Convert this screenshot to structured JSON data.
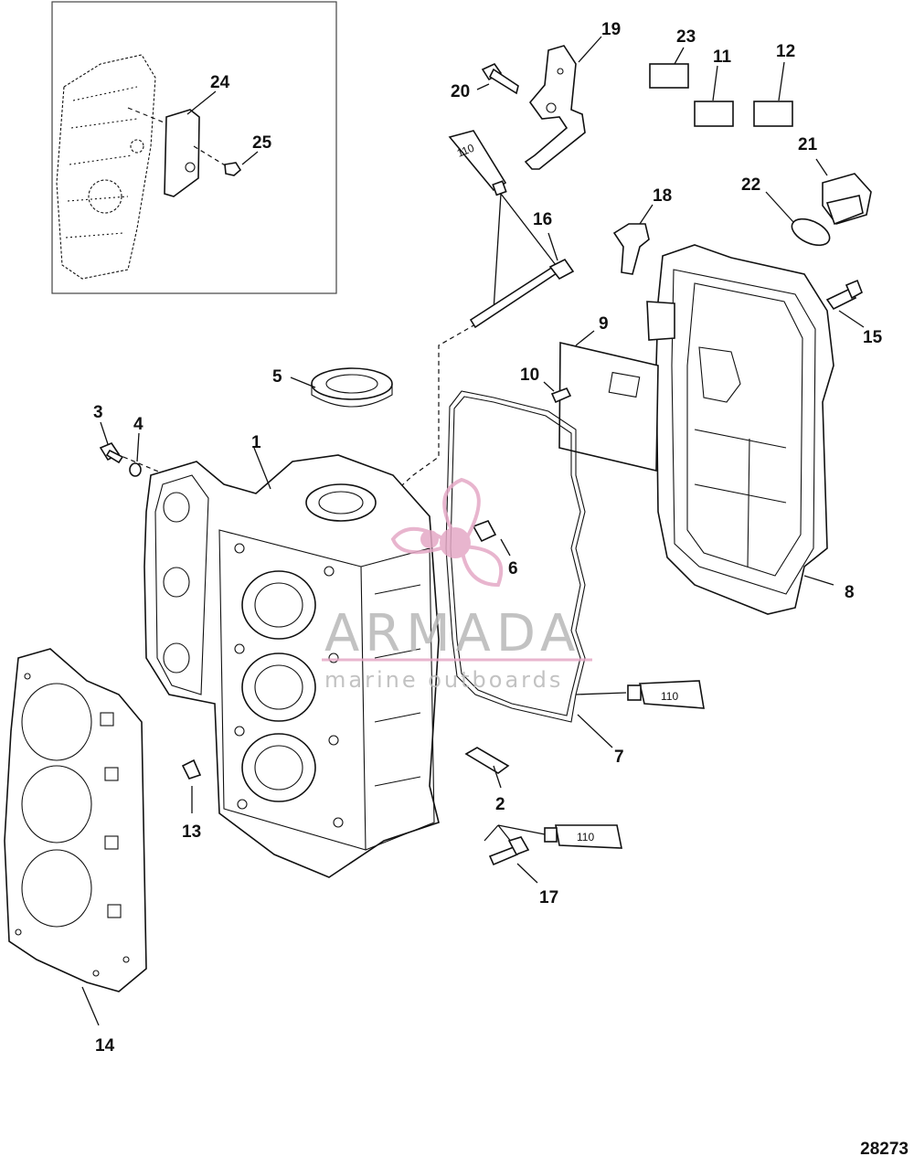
{
  "figure_number": "28273",
  "watermark": {
    "title": "ARMADA",
    "subtitle": "marine outboards",
    "color": "#e5a9c6"
  },
  "sealant_label": "110",
  "callouts": {
    "c1": "1",
    "c2": "2",
    "c3": "3",
    "c4": "4",
    "c5": "5",
    "c6": "6",
    "c7": "7",
    "c8": "8",
    "c9": "9",
    "c10": "10",
    "c11": "11",
    "c12": "12",
    "c13": "13",
    "c14": "14",
    "c15": "15",
    "c16": "16",
    "c17": "17",
    "c18": "18",
    "c19": "19",
    "c20": "20",
    "c21": "21",
    "c22": "22",
    "c23": "23",
    "c24": "24",
    "c25": "25"
  }
}
